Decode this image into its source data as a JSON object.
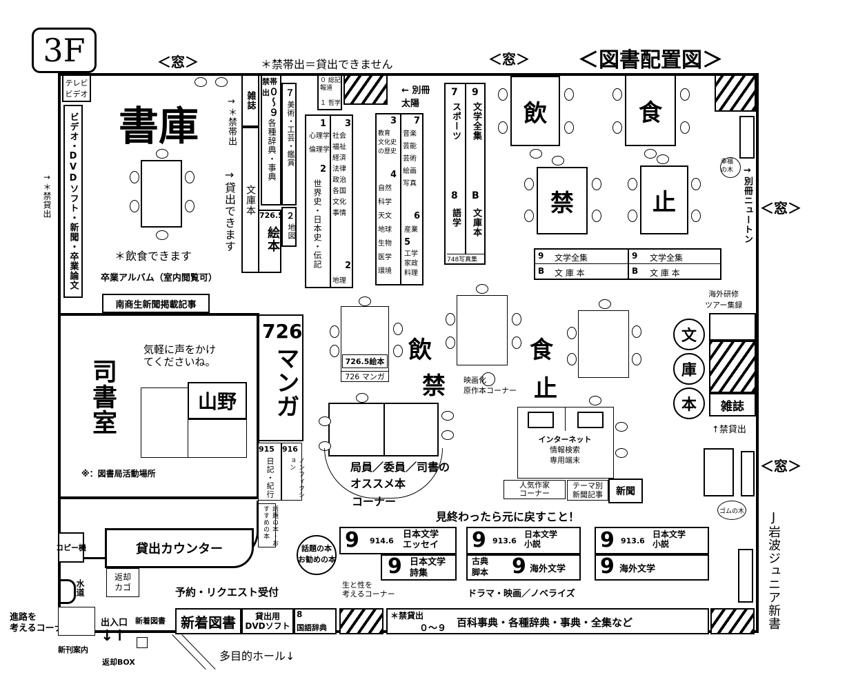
{
  "floor": "3F",
  "title": "＜図書配置図＞",
  "windows": {
    "top_left": "＜窓＞",
    "top_mid": "＜窓＞",
    "right_upper": "＜窓＞",
    "right_lower": "＜窓＞"
  },
  "notice_top": "＊禁帯出＝貸出できません",
  "left_wall": {
    "tv_video": "テレビ\nビデオ",
    "video_list": "ビデオ・DVDソフト・新聞・卒業論文",
    "no_loan": "→＊禁貸出"
  },
  "stacks": {
    "title": "書庫",
    "no_loan_arrow": "→＊禁帯出",
    "loanable": "→貸出できます",
    "eat_ok": "＊飲食できます"
  },
  "magazines": "雑誌",
  "bunko_hon": "文庫本",
  "ref": {
    "head": "禁帯出",
    "range": "０～９",
    "label": "各種辞典・事典"
  },
  "col7": {
    "num": "７",
    "label": "美術・工芸・鑑賞"
  },
  "col2_small": {
    "num": "２",
    "label": "地図"
  },
  "ehon": {
    "num": "726.5",
    "label": "絵本"
  },
  "manga": {
    "num": "726",
    "label": "マンガ"
  },
  "shelf_a": {
    "rows": [
      "０ 総記\n報道",
      "１ 哲学"
    ]
  },
  "separate_volume": "← 別冊\n太陽",
  "shelf_b": {
    "left": [
      {
        "num": "1",
        "label": "心理学\n倫理学"
      },
      {
        "num": "2",
        "label": "世界史・日本史・伝記"
      }
    ],
    "right": [
      {
        "num": "3",
        "label": "社会\n福祉\n経済\n法律\n政治\n各国\n文化\n事情"
      },
      {
        "num": "2",
        "label": "地理"
      }
    ]
  },
  "shelf_c": {
    "left": [
      {
        "num": "3",
        "label": "教育\n文化史\nの歴史"
      },
      {
        "num": "4",
        "label": "自然\n科学\n天文\n地球\n生物\n医学\n環境"
      }
    ],
    "right": [
      {
        "num": "7",
        "label": "音楽\n芸能\n芸術\n絵画\n写真"
      },
      {
        "num": "6",
        "label": "産業"
      },
      {
        "num": "5",
        "label": "工学\n家政\n料理"
      }
    ]
  },
  "shelf_d": {
    "left": [
      {
        "num": "7",
        "label": "スポーツ"
      },
      {
        "num": "8",
        "label": "語学"
      }
    ],
    "right": [
      {
        "num": "9",
        "label": "文学全集"
      },
      {
        "num": "B",
        "label": "文庫本"
      }
    ],
    "bottom": "748写真集"
  },
  "eat_signs": {
    "in": "飲",
    "food": "食",
    "ban": "禁",
    "stop": "止"
  },
  "bunko_rows": [
    {
      "num": "9",
      "label": "文学全集"
    },
    {
      "num": "B",
      "label": "文 庫 本"
    },
    {
      "num": "9",
      "label": "文学全集"
    },
    {
      "num": "B",
      "label": "文 庫 本"
    }
  ],
  "separate_newton": "→別冊ニュートン",
  "happy_tree": "幸福\nの木",
  "overseas": "海外研修\nツアー集録",
  "bunko_vertical": [
    "文",
    "庫",
    "本"
  ],
  "magazine_box": "雑誌",
  "no_loan_arrow2": "↑禁貸出",
  "gom_tree": "ゴムの木",
  "j_iwanami": "J岩波ジュニア新書",
  "graduation": "卒業アルバム（室内閲覧可）",
  "newspaper_clip": "南商生新聞掲載記事",
  "librarian_room": {
    "title": "司書室",
    "call": "気軽に声をかけ\nてくださいね。",
    "name": "山野",
    "note": "※：図書局活動場所"
  },
  "shelf_915": {
    "num": "915",
    "label": "日記・紀行"
  },
  "shelf_916": {
    "num": "916",
    "label": "ノンフィクション"
  },
  "topic_books": "話題の本・おすすめの本",
  "ehon_small": "726.5絵本",
  "manga_small": "726 マンガ",
  "movie_corner": "映画化\n原作本コーナー",
  "internet": {
    "title": "インターネット",
    "sub": "情報検索\n専用端末"
  },
  "popular": "人気作家\nコーナー",
  "theme_news": "テーマ別\n新聞記事",
  "newspaper": "新聞",
  "recommend": {
    "line1": "局員／委員／司書の",
    "line2": "オススメ本",
    "line3": "コーナー"
  },
  "return_notice": "見終わったら元に戻すこと！",
  "lit_shelves": [
    {
      "big": "9",
      "num": "914.6",
      "label": "日本文学\nエッセイ"
    },
    {
      "big": "9",
      "num": "",
      "label": "日本文学\n詩集"
    },
    {
      "big": "9",
      "num": "913.6",
      "label": "日本文学\n小説"
    },
    {
      "big": "9",
      "num": "",
      "label": "海外文学"
    },
    {
      "big": "9",
      "num": "913.6",
      "label": "日本文学\n小説"
    },
    {
      "big": "9",
      "num": "",
      "label": "海外文学"
    }
  ],
  "classic": "古典\n脚本",
  "topic_book_circle": "話題の本\nお勧めの本",
  "life_sex": "生と性を\n考えるコーナー",
  "drama": "ドラマ・映画／ノベライズ",
  "copy": "コピー機",
  "counter": "貸出カウンター",
  "return_cage": "返却\nカゴ",
  "reserve": "予約・リクエスト受付",
  "water": "水道",
  "career": "進路を\n考えるコーナー",
  "entrance": "出入口",
  "new_arrival_post": "新着図書",
  "new_books_info": "新刊案内",
  "return_box": "返却BOX",
  "new_books": "新着図書",
  "dvd_loan": "貸出用\nDVDソフト",
  "dict8": {
    "num": "8",
    "label": "国語辞典"
  },
  "ref_bottom": {
    "head": "＊禁貸出",
    "range": "０～９",
    "label": "百科事典・各種辞典・事典・全集など"
  },
  "hall": "多目的ホール↓"
}
